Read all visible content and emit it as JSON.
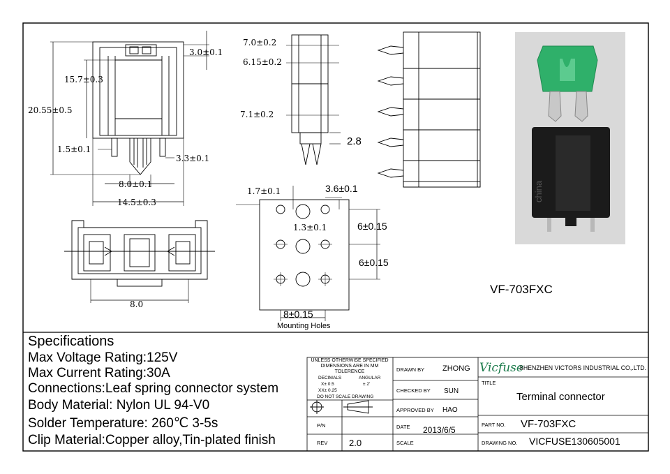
{
  "dimensions": {
    "d_3_0": "3.0±0.1",
    "d_15_7": "15.7±0.3",
    "d_20_55": "20.55±0.5",
    "d_1_5": "1.5±0.1",
    "d_3_3": "3.3±0.1",
    "d_8_0_top": "8.0±0.1",
    "d_14_5": "14.5±0.3",
    "d_8_0_bottom": "8.0",
    "d_7_0": "7.0±0.2",
    "d_6_15": "6.15±0.2",
    "d_7_1": "7.1±0.2",
    "d_2_8": "2.8",
    "d_1_7": "1.7±0.1",
    "d_3_6": "3.6±0.1",
    "d_1_3": "1.3±0.1",
    "d_6_a": "6±0.15",
    "d_6_b": "6±0.15",
    "d_8_holes": "8±0.15"
  },
  "mounting_holes_label": "Mounting Holes",
  "model_label": "VF-703FXC",
  "photo_marking": "china",
  "specs": {
    "heading": "Specifications",
    "lines": [
      "Max Voltage Rating:125V",
      "Max Current Rating:30A",
      "Connections:Leaf spring connector system",
      "Body Material: Nylon UL 94-V0",
      "Solder Temperature: 260℃  3-5s",
      "Clip Material:Copper alloy,Tin-plated finish"
    ]
  },
  "title_block": {
    "tolerance_lines": [
      "UNLESS OTHERWISE SPECIFIED",
      "DIMENSIONS ARE IN MM",
      "TOLERENCE"
    ],
    "decimals_label": "DECIMALS",
    "angular_label": "ANGULAR",
    "x_tol": "X± 0.5",
    "xx_tol": "XX± 0.25",
    "ang_tol": "±  2'",
    "no_scale": "DO NOT SCALE DRAWING",
    "drawn_by_label": "DRAWN BY",
    "drawn_by": "ZHONG",
    "checked_by_label": "CHECKED BY",
    "checked_by": "SUN",
    "approved_by_label": "APPROVED BY",
    "approved_by": "HAO",
    "pn_label": "P/N",
    "date_label": "DATE",
    "date": "2013/6/5",
    "rev_label": "REV",
    "rev": "2.0",
    "scale_label": "SCALE",
    "brand": "Vicfuse",
    "company": "SHENZHEN VICTORS INDUSTRIAL CO,.LTD.",
    "title_label": "TITLE",
    "title": "Terminal connector",
    "part_no_label": "PART NO.",
    "part_no": "VF-703FXC",
    "drawing_no_label": "DRAWING NO.",
    "drawing_no": "VICFUSE130605001"
  },
  "colors": {
    "line": "#000000",
    "fuse_green": "#2fb06a",
    "connector_black": "#1b1b1b",
    "photo_bg": "#d9d9d9",
    "brand": "#1a7a4a"
  }
}
